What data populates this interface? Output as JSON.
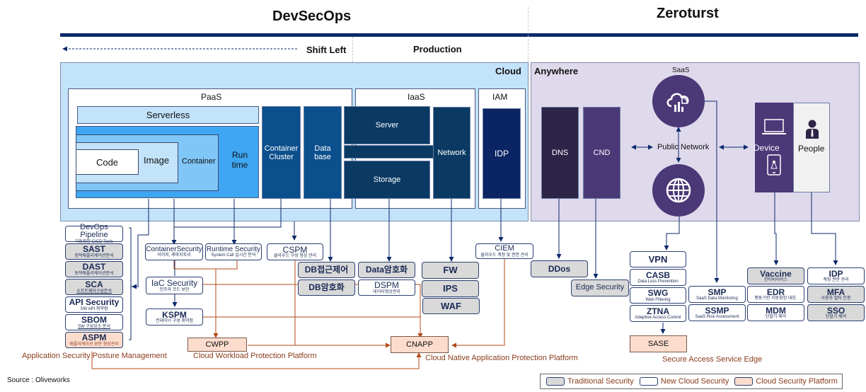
{
  "header": {
    "devsecops_title": "DevSecOps",
    "zerotrust_title": "Zeroturst",
    "shift_left": "Shift Left",
    "production": "Production"
  },
  "cloud": {
    "label": "Cloud",
    "paas": {
      "label": "PaaS",
      "serverless": "Serverless",
      "code": "Code",
      "image": "Image",
      "container": "Container",
      "runtime_line1": "Run",
      "runtime_line2": "time",
      "container_cluster_line1": "Container",
      "container_cluster_line2": "Cluster",
      "database_line1": "Data",
      "database_line2": "base"
    },
    "iaas": {
      "label": "IaaS",
      "server": "Server",
      "storage": "Storage",
      "network": "Network"
    },
    "iam": {
      "label": "IAM",
      "idp": "IDP"
    }
  },
  "anywhere": {
    "label": "Anywhere",
    "dns": "DNS",
    "cnd": "CND",
    "saas": "SaaS",
    "public_network": "Public Network",
    "device": "Device",
    "people": "People"
  },
  "appsec": {
    "items": [
      {
        "title": "DevOps Pipeline",
        "sub": "자동화된 CICD Tools",
        "kind": "new"
      },
      {
        "title": "SAST",
        "sub": "정적애플리케이션분석",
        "kind": "traditional"
      },
      {
        "title": "DAST",
        "sub": "동적애플리케이션분석",
        "kind": "traditional"
      },
      {
        "title": "SCA",
        "sub": "소프트웨어구성분석",
        "kind": "traditional"
      },
      {
        "title": "API Security",
        "sub": "SW API 취약점",
        "kind": "new"
      },
      {
        "title": "SBOM",
        "sub": "SW 구성요소 문서",
        "kind": "new"
      },
      {
        "title": "ASPM",
        "sub": "애플리케이션 보안 형상관리",
        "kind": "platform"
      }
    ],
    "caption": "Application Security Posture Management"
  },
  "workload": {
    "container_security": {
      "title": "ContainerSecurity",
      "sub": "이미지, 레파지토리"
    },
    "runtime_security": {
      "title": "Runtime Security",
      "sub": "System Call 실시간 분석"
    },
    "cspm": {
      "title": "CSPM",
      "sub": "클라우드 구성 형상 관리"
    },
    "iac_security": {
      "title": "IaC Security",
      "sub": "인프라 코드 보안"
    },
    "kspm": {
      "title": "KSPM",
      "sub": "컨테이너 구성 취약점"
    },
    "cwpp": "CWPP",
    "cwpp_caption": "Cloud Workload Protection Platform"
  },
  "data_sec": {
    "db_access": "DB접근제어",
    "db_encrypt": "DB암호화",
    "data_encrypt": "Data암호화",
    "dspm": {
      "title": "DSPM",
      "sub": "데이터형상관리"
    }
  },
  "network_sec": {
    "fw": "FW",
    "ips": "IPS",
    "waf": "WAF"
  },
  "identity": {
    "ciem": {
      "title": "CIEM",
      "sub": "클라우드 계정 및 권한 관리"
    }
  },
  "cnapp": {
    "label": "CNAPP",
    "caption": "Cloud Native Application Protection Platform"
  },
  "edge": {
    "ddos": "DDos",
    "edge_security": "Edge Security"
  },
  "sase": {
    "vpn": "VPN",
    "casb": {
      "title": "CASB",
      "sub": "Data Loss Prevention"
    },
    "swg": {
      "title": "SWG",
      "sub": "Web Filtering"
    },
    "ztna": {
      "title": "ZTNA",
      "sub": "Adaptive Access Control"
    },
    "smp": {
      "title": "SMP",
      "sub": "SaaS Data Monitoring"
    },
    "ssmp": {
      "title": "SSMP",
      "sub": "SaaS Risk Assessment"
    },
    "label": "SASE",
    "caption": "Secure Access Service Edge"
  },
  "endpoint": {
    "vaccine": {
      "title": "Vaccine",
      "sub": "안티바이러스"
    },
    "edr": {
      "title": "EDR",
      "sub": "행동기반 자동화된 대응."
    },
    "mdm": {
      "title": "MDM",
      "sub": "단말기 제어"
    }
  },
  "people_sec": {
    "idp": {
      "title": "IDP",
      "sub": "계정 권한 관리"
    },
    "mfa": {
      "title": "MFA",
      "sub": "사용자 멀티 인증"
    },
    "sso": {
      "title": "SSO",
      "sub": "단말기 제어"
    }
  },
  "legend": {
    "traditional": "Traditional Security",
    "new_cloud": "New Cloud Security",
    "platform": "Cloud Security Platform",
    "colors": {
      "traditional": "#d9d9d9",
      "new_cloud": "#ffffff",
      "platform": "#fbdccd"
    }
  },
  "source": "Source : Oliveworks"
}
